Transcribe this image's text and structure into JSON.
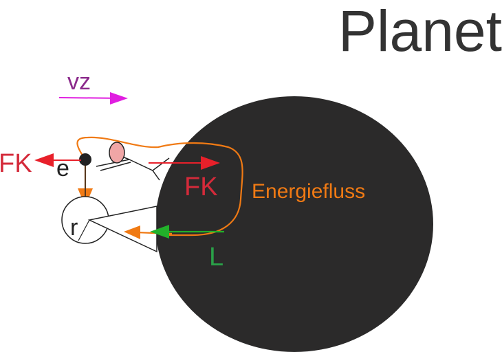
{
  "title": "Planet",
  "labels": {
    "velocity": "vz",
    "force_left": "FK",
    "force_right": "FK",
    "electron": "e",
    "radius": "r",
    "energy_flow": "Energiefluss",
    "light": "L"
  },
  "colors": {
    "planet": "#2b2a2a",
    "title": "#333333",
    "velocity": "#e01ee0",
    "velocity_label": "#8b2a8b",
    "force": "#e8202a",
    "force_label": "#d42a3a",
    "energy_flow": "#f07a14",
    "light": "#22b02a",
    "light_label": "#2aa048",
    "ellipse_fill": "#f0a6a6",
    "outline": "#222222"
  }
}
